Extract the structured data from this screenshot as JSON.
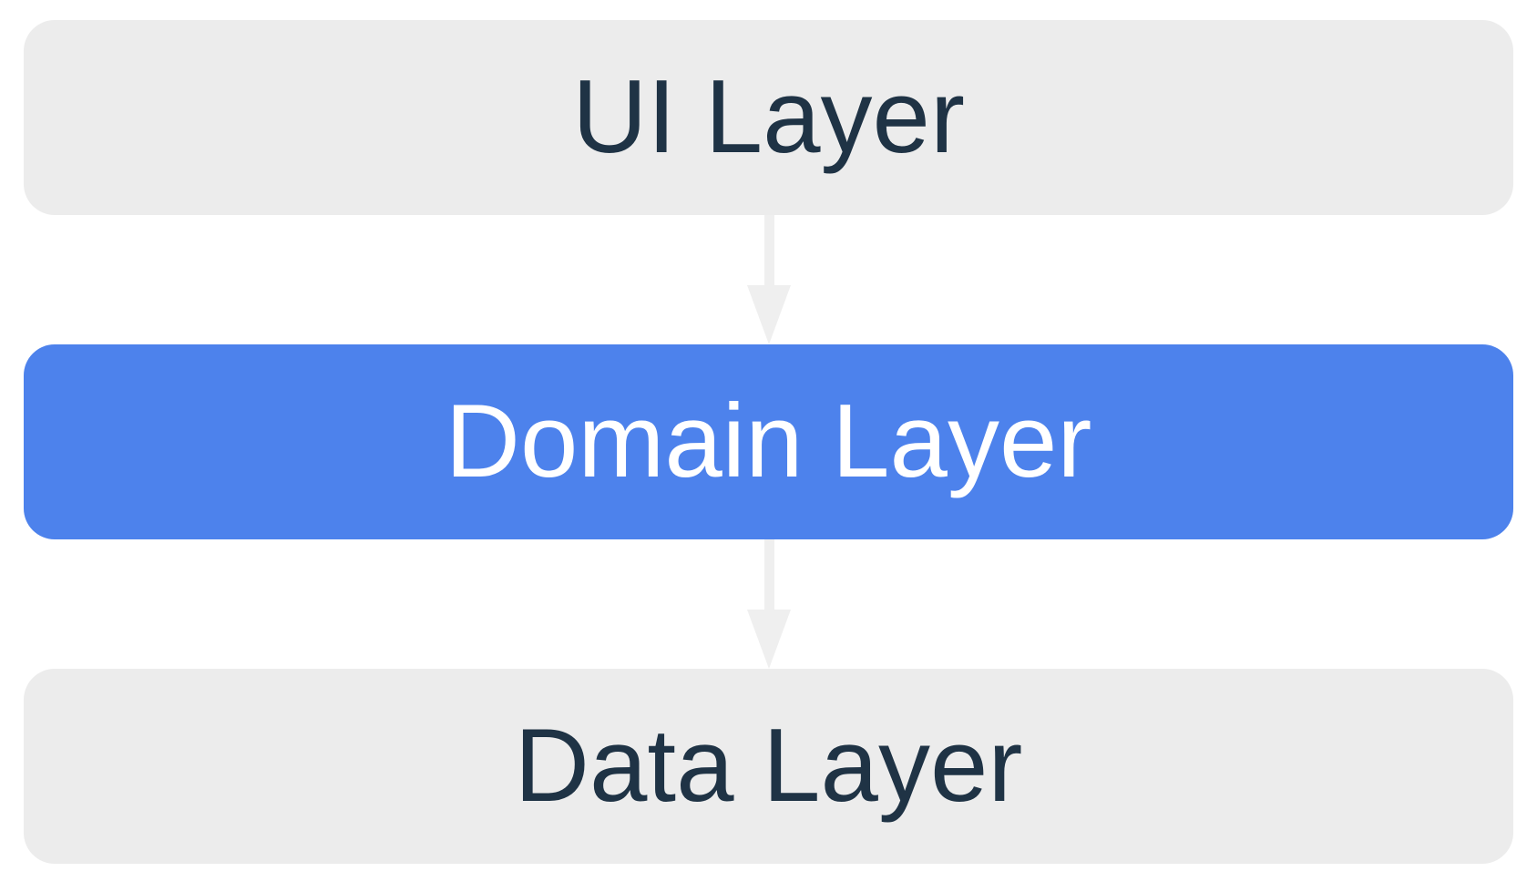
{
  "diagram": {
    "layers": [
      {
        "label": "UI Layer",
        "emphasis": false
      },
      {
        "label": "Domain Layer",
        "emphasis": true
      },
      {
        "label": "Data Layer",
        "emphasis": false
      }
    ],
    "connections": [
      {
        "from": "UI Layer",
        "to": "Domain Layer",
        "direction": "down"
      },
      {
        "from": "Domain Layer",
        "to": "Data Layer",
        "direction": "down"
      }
    ],
    "colors": {
      "background": "#FFFFFF",
      "box_bg": "#ECECEC",
      "accent_bg": "#4D82EC",
      "text_dark": "#1F3345",
      "text_light": "#FFFFFF",
      "arrow": "#EFEFEF"
    }
  }
}
